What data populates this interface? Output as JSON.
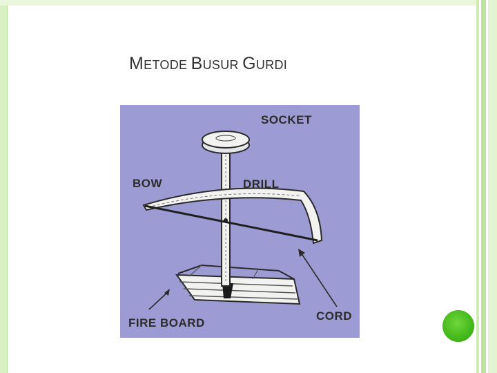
{
  "slide": {
    "title_parts": [
      {
        "cap": "M",
        "rest": "ETODE "
      },
      {
        "cap": "B",
        "rest": "USUR "
      },
      {
        "cap": "G",
        "rest": "URDI"
      }
    ]
  },
  "diagram": {
    "labels": {
      "socket": "SOCKET",
      "bow": "BOW",
      "drill": "DRILL",
      "cord": "CORD",
      "fire_board": "FIRE BOARD"
    },
    "colors": {
      "background": "#9c9bd4",
      "wood": "#f2f2f0",
      "outline": "#2a2a2a"
    }
  },
  "theme": {
    "accent_dot": "#43b81a",
    "frame_green": "#bfe29d"
  }
}
